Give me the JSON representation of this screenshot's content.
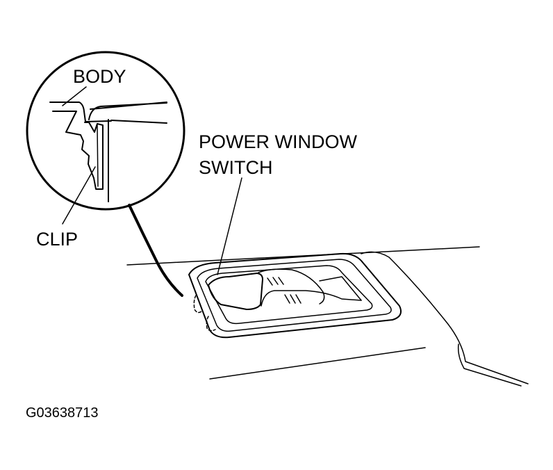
{
  "labels": {
    "body": "BODY",
    "clip": "CLIP",
    "switch_line1": "POWER WINDOW",
    "switch_line2": "SWITCH",
    "figure_code": "G03638713"
  }
}
